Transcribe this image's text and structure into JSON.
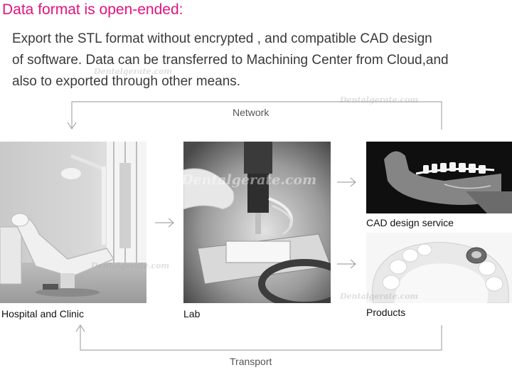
{
  "heading": "Data format is open-ended:",
  "description": {
    "line1": "Export the STL format without encrypted , and compatible CAD design",
    "line2": "of software. Data can be transferred to Machining Center from Cloud,and",
    "line3": "also to exported through other means."
  },
  "flow": {
    "top_arrow_label": "Network",
    "bottom_arrow_label": "Transport",
    "nodes": {
      "hospital": "Hospital and Clinic",
      "lab": "Lab",
      "cad": "CAD design service",
      "products": "Products"
    }
  },
  "watermark": "Dentalgerate.com",
  "colors": {
    "heading": "#e4127e",
    "arrow": "#aaaaaa"
  }
}
